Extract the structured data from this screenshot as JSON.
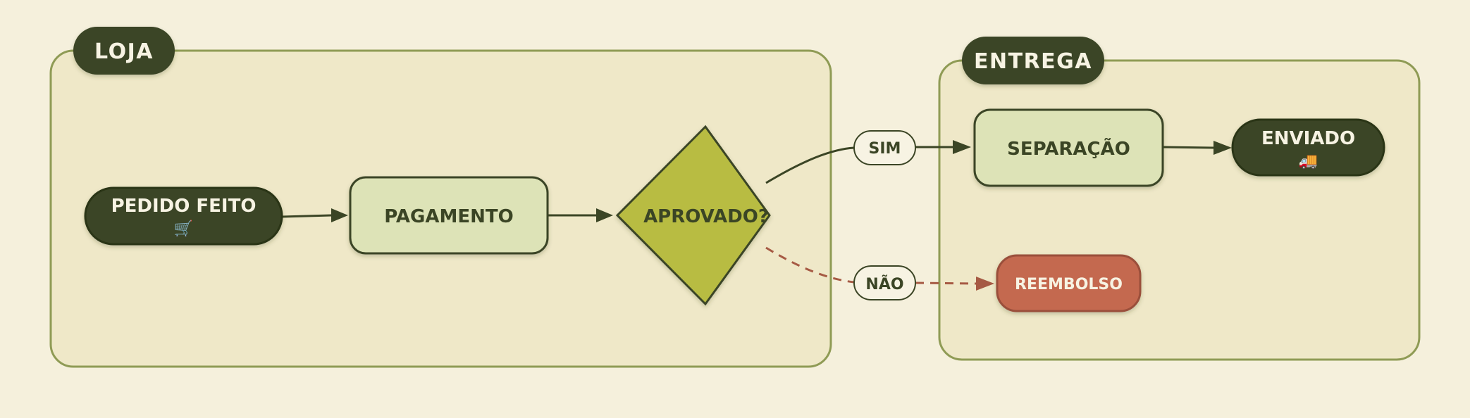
{
  "colors": {
    "background": "#f5f0dc",
    "lane_fill": "#efe8c8",
    "lane_border": "#8f9b55",
    "dark": "#3b4525",
    "light_node": "#dde3b7",
    "diamond": "#b8bc42",
    "refund": "#c4694f",
    "refund_border": "#9a4f3b",
    "cream_text": "#f7f3e3"
  },
  "lanes": {
    "loja": {
      "title": "LOJA"
    },
    "entrega": {
      "title": "ENTREGA"
    }
  },
  "nodes": {
    "pedido_feito": {
      "label": "PEDIDO FEITO",
      "icon": "🛒",
      "icon_name": "shopping-cart-icon"
    },
    "pagamento": {
      "label": "PAGAMENTO"
    },
    "aprovado": {
      "label": "APROVADO?"
    },
    "separacao": {
      "label": "SEPARAÇÃO"
    },
    "enviado": {
      "label": "ENVIADO",
      "icon": "🚚",
      "icon_name": "delivery-truck-icon"
    },
    "reembolso": {
      "label": "REEMBOLSO"
    }
  },
  "edges": {
    "sim": {
      "label": "SIM"
    },
    "nao": {
      "label": "NÃO"
    }
  }
}
